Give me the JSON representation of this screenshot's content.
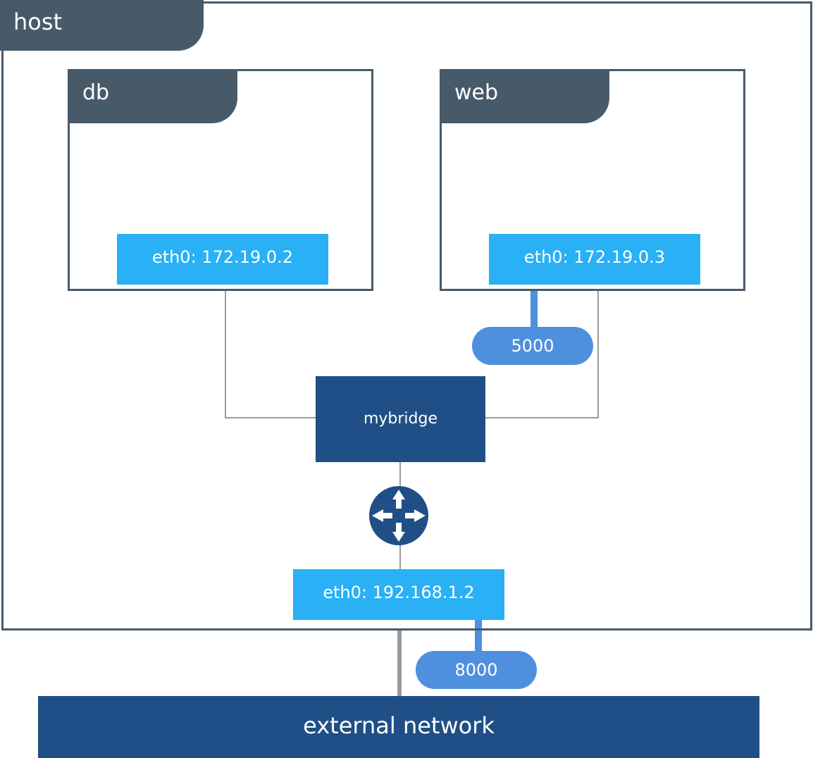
{
  "host": {
    "label": "host"
  },
  "containers": [
    {
      "name": "db",
      "interface": "eth0: 172.19.0.2"
    },
    {
      "name": "web",
      "interface": "eth0: 172.19.0.3",
      "port": "5000"
    }
  ],
  "bridge": {
    "label": "mybridge"
  },
  "router": {
    "icon": "router-icon"
  },
  "host_interface": {
    "label": "eth0: 192.168.1.2",
    "port": "8000"
  },
  "external": {
    "label": "external network"
  },
  "colors": {
    "frame": "#475a6a",
    "interface": "#29b0f5",
    "port": "#4f90de",
    "bridge": "#1f4f86",
    "line": "#9a9a9a"
  }
}
